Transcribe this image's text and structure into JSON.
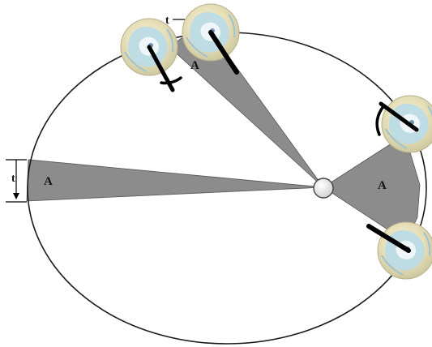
{
  "labels": {
    "area_left": "A",
    "area_top": "A",
    "area_right": "A",
    "time_left": "t",
    "time_top": "t"
  },
  "colors": {
    "background": "#ffffff",
    "orbit_stroke": "#1a1a1a",
    "sector_fill": "#8c8c8c",
    "sun_fill": "#e6e6e6",
    "earth_land": "#e6dfb8",
    "earth_ocean": "#bcdbe6",
    "earth_ice": "#eef6fa",
    "axis_stroke": "#000000"
  },
  "icons": {
    "sun": "sun-circle",
    "planet": "earth-globe-icon"
  }
}
